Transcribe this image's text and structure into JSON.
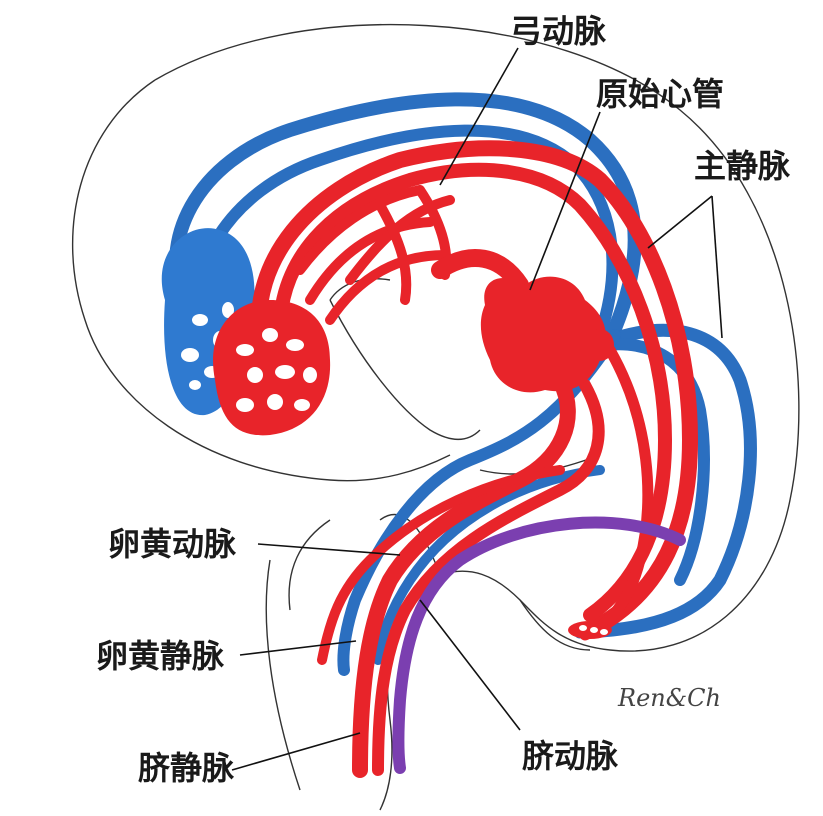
{
  "labels": {
    "aortic_arches": "弓动脉",
    "primitive_heart_tube": "原始心管",
    "cardinal_veins": "主静脉",
    "vitelline_artery": "卵黄动脉",
    "vitelline_vein": "卵黄静脉",
    "umbilical_vein": "脐静脉",
    "umbilical_artery": "脐动脉"
  },
  "signature": "Ren&Ch",
  "colors": {
    "artery": "#e8242a",
    "vein": "#2b6fc0",
    "umbilical_artery": "#7b3fb0",
    "outline": "#333333",
    "leader": "#111111"
  }
}
